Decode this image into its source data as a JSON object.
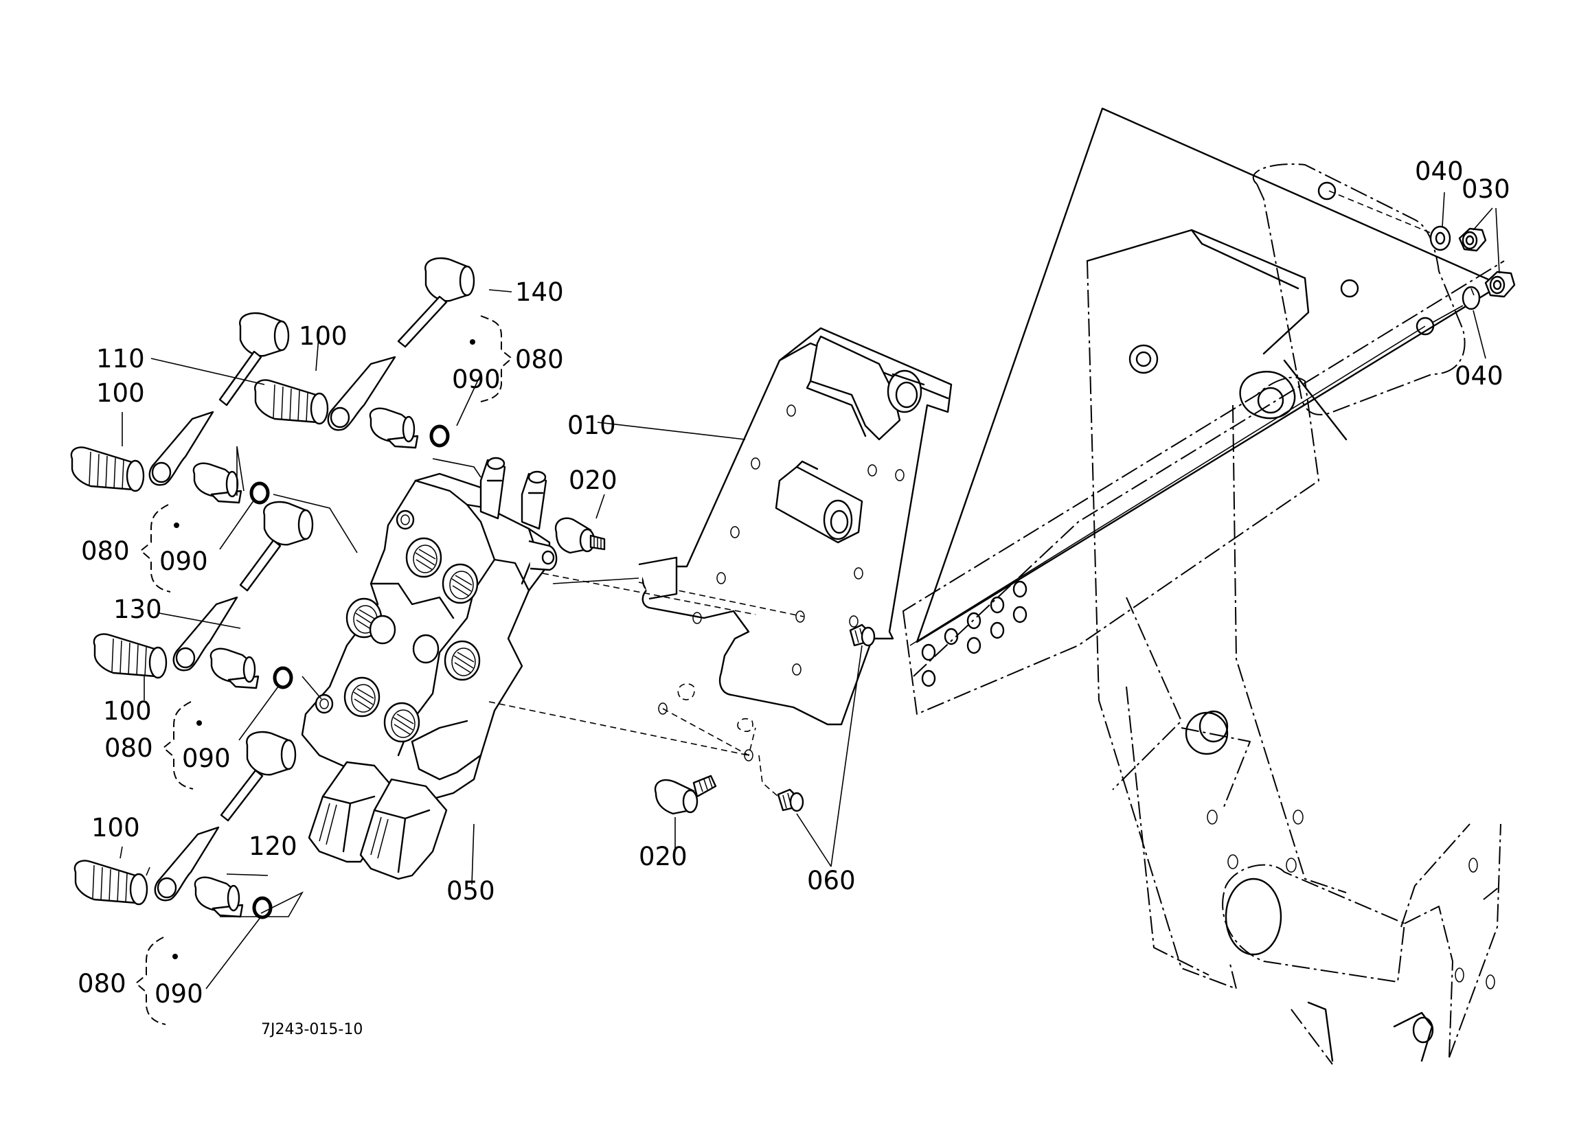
{
  "diagram_code": "7J243-015-10",
  "part_labels": {
    "p010": "010",
    "p020a": "020",
    "p020b": "020",
    "p030": "030",
    "p040a": "040",
    "p040b": "040",
    "p050": "050",
    "p060": "060",
    "p080a": "080",
    "p080b": "080",
    "p080c": "080",
    "p080d": "080",
    "p090a": "090",
    "p090b": "090",
    "p090c": "090",
    "p090d": "090",
    "p100a": "100",
    "p100b": "100",
    "p100c": "100",
    "p100d": "100",
    "p110": "110",
    "p120": "120",
    "p130": "130",
    "p140": "140"
  }
}
